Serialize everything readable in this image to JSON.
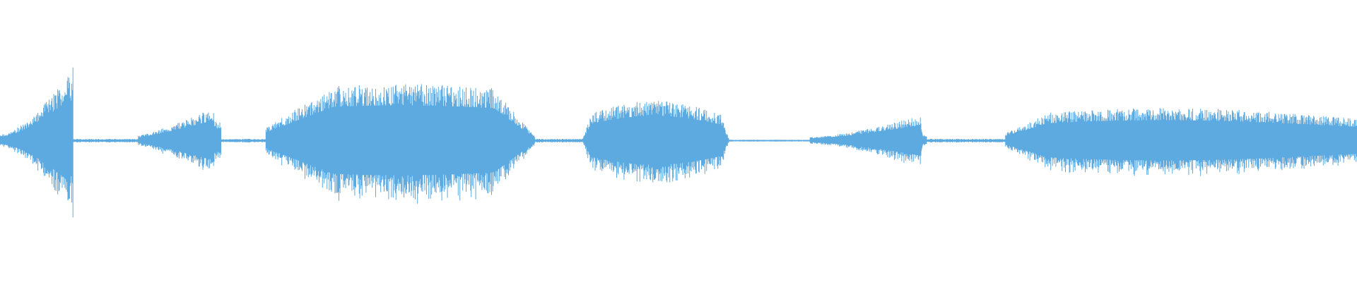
{
  "waveform": {
    "color": "#5DAAE1",
    "background": "#FFFFFF",
    "segments": [
      {
        "name": "segment-1",
        "start": 0.0,
        "end": 0.054,
        "shape": "crescendo-spike",
        "peak": 0.52
      },
      {
        "name": "segment-2",
        "start": 0.102,
        "end": 0.163,
        "shape": "swell-cutoff",
        "peak": 0.22
      },
      {
        "name": "segment-3",
        "start": 0.196,
        "end": 0.394,
        "shape": "broad-swell",
        "peak": 0.4
      },
      {
        "name": "segment-4",
        "start": 0.429,
        "end": 0.537,
        "shape": "plateau",
        "peak": 0.28
      },
      {
        "name": "segment-5",
        "start": 0.597,
        "end": 0.683,
        "shape": "crescendo-cutoff",
        "peak": 0.19
      },
      {
        "name": "segment-6",
        "start": 0.741,
        "end": 1.0,
        "shape": "long-sustain",
        "peak": 0.23
      }
    ],
    "silences": [
      {
        "start": 0.054,
        "end": 0.102,
        "level": 0.01
      },
      {
        "start": 0.163,
        "end": 0.196,
        "level": 0.01
      },
      {
        "start": 0.394,
        "end": 0.429,
        "level": 0.01
      },
      {
        "start": 0.537,
        "end": 0.597,
        "level": 0.004
      },
      {
        "start": 0.683,
        "end": 0.741,
        "level": 0.01
      }
    ]
  }
}
